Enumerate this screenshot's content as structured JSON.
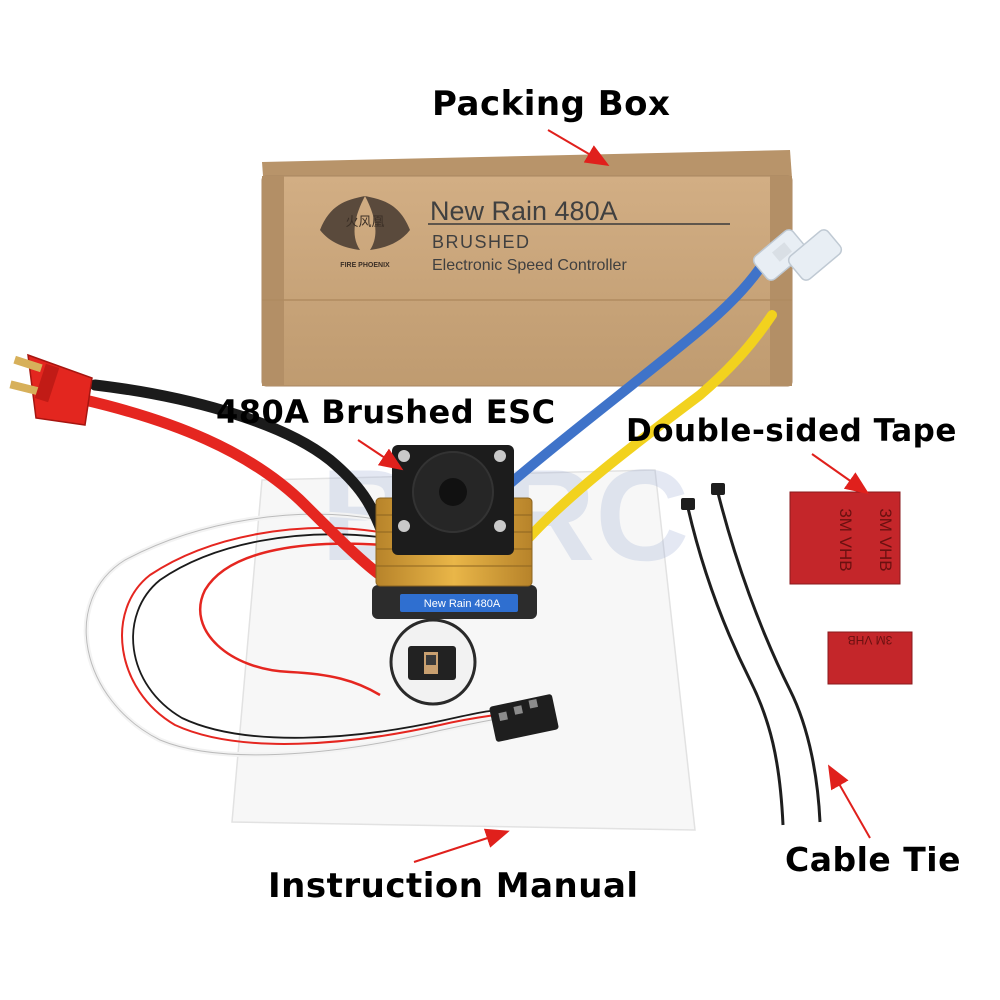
{
  "callouts": {
    "packing_box": "Packing Box",
    "esc": "480A Brushed ESC",
    "tape": "Double-sided Tape",
    "manual": "Instruction Manual",
    "cable_tie": "Cable Tie"
  },
  "box": {
    "title": "New Rain 480A",
    "line2": "BRUSHED",
    "line3": "Electronic Speed Controller",
    "logo_text": "FIRE PHOENIX",
    "logo_glyphs": "火风凰"
  },
  "esc_label": "New Rain 480A",
  "tape_print": "3M VHB",
  "watermark": "BYRC",
  "colors": {
    "arrow": "#e0201c",
    "box": "#c9a47a",
    "heatsink": "#d8a33a",
    "wire_red": "#e52620",
    "wire_black": "#1b1b1b",
    "wire_blue": "#3f73c9",
    "wire_yellow": "#f2d21e",
    "tape": "#c4262a",
    "connector_red": "#e3261f"
  }
}
